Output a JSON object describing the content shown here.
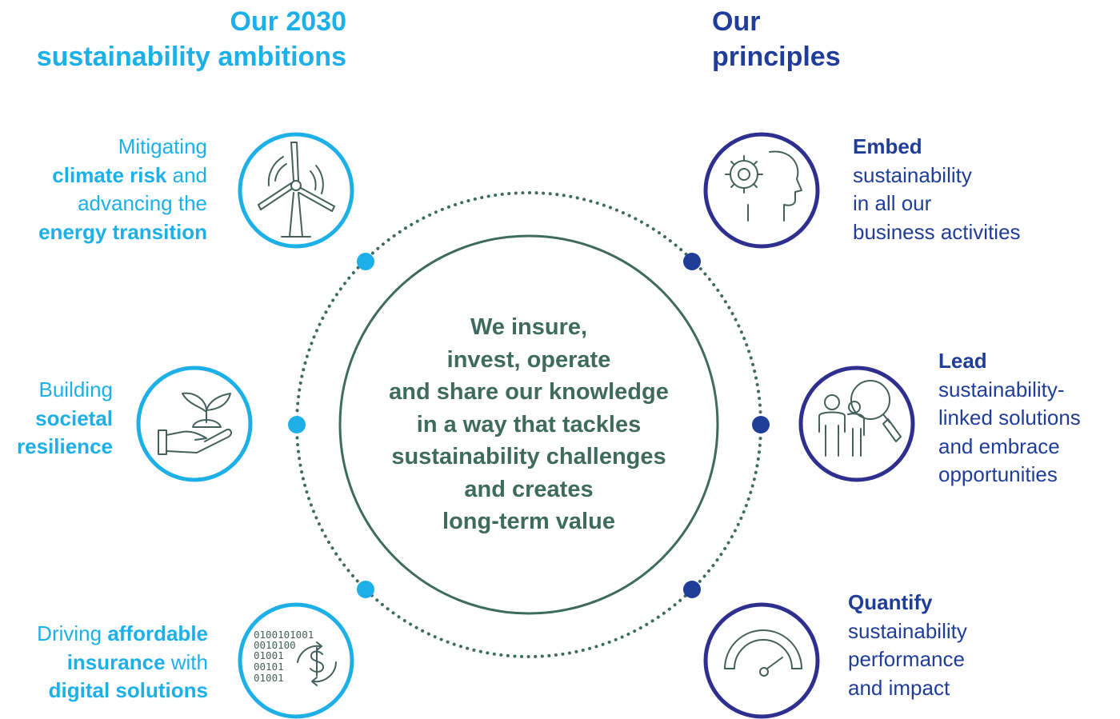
{
  "ambitions": {
    "heading_line1": "Our 2030",
    "heading_line2": "sustainability ambitions",
    "items": [
      {
        "icon": "wind-turbine-icon",
        "lines": [
          [
            {
              "text": "Mitigating",
              "bold": false
            }
          ],
          [
            {
              "text": "climate risk",
              "bold": true
            },
            {
              "text": " and",
              "bold": false
            }
          ],
          [
            {
              "text": "advancing the",
              "bold": false
            }
          ],
          [
            {
              "text": "energy transition",
              "bold": true
            }
          ]
        ]
      },
      {
        "icon": "hand-plant-icon",
        "lines": [
          [
            {
              "text": "Building",
              "bold": false
            }
          ],
          [
            {
              "text": "societal",
              "bold": true
            }
          ],
          [
            {
              "text": "resilience",
              "bold": true
            }
          ]
        ]
      },
      {
        "icon": "binary-dollar-icon",
        "binary_lines": [
          "0100101001",
          "0010100",
          "01001",
          "00101",
          "01001"
        ],
        "lines": [
          [
            {
              "text": "Driving ",
              "bold": false
            },
            {
              "text": "affordable",
              "bold": true
            }
          ],
          [
            {
              "text": "insurance",
              "bold": true
            },
            {
              "text": " with",
              "bold": false
            }
          ],
          [
            {
              "text": "digital solutions",
              "bold": true
            }
          ]
        ]
      }
    ]
  },
  "principles": {
    "heading_line1": "Our",
    "heading_line2": "principles",
    "items": [
      {
        "icon": "gear-head-icon",
        "lines": [
          [
            {
              "text": "Embed",
              "bold": true
            }
          ],
          [
            {
              "text": "sustainability",
              "bold": false
            }
          ],
          [
            {
              "text": "in all our",
              "bold": false
            }
          ],
          [
            {
              "text": "business activities",
              "bold": false
            }
          ]
        ]
      },
      {
        "icon": "people-magnifier-icon",
        "lines": [
          [
            {
              "text": "Lead",
              "bold": true
            }
          ],
          [
            {
              "text": "sustainability-",
              "bold": false
            }
          ],
          [
            {
              "text": "linked solutions",
              "bold": false
            }
          ],
          [
            {
              "text": "and embrace",
              "bold": false
            }
          ],
          [
            {
              "text": "opportunities",
              "bold": false
            }
          ]
        ]
      },
      {
        "icon": "gauge-icon",
        "lines": [
          [
            {
              "text": "Quantify",
              "bold": true
            }
          ],
          [
            {
              "text": "sustainability",
              "bold": false
            }
          ],
          [
            {
              "text": "performance",
              "bold": false
            }
          ],
          [
            {
              "text": "and impact",
              "bold": false
            }
          ]
        ]
      }
    ]
  },
  "center": {
    "lines": [
      "We insure,",
      "invest, operate",
      "and share our knowledge",
      "in a way that tackles",
      "sustainability challenges",
      "and creates",
      "long-term value"
    ]
  },
  "colors": {
    "ambition_blue": "#1db0e8",
    "principle_navy": "#1f3d99",
    "principle_ring": "#2e2f8f",
    "center_green": "#3f6b5e",
    "icon_green": "#44605a"
  }
}
